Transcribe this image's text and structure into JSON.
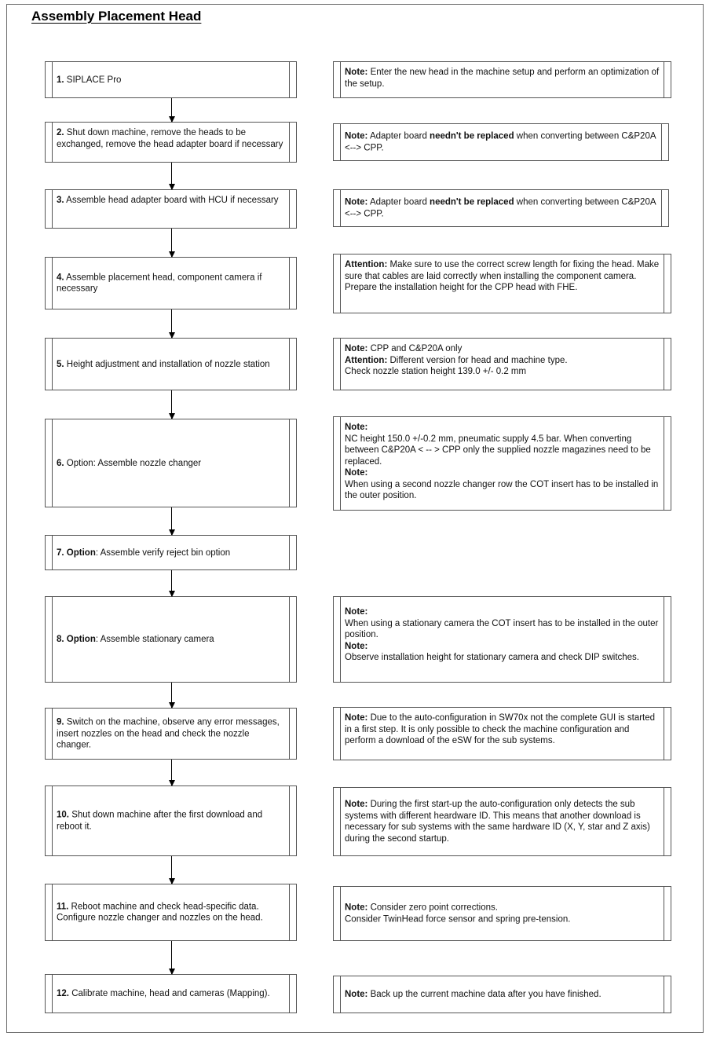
{
  "page": {
    "title": "Assembly Placement Head"
  },
  "steps": [
    {
      "id": "step-1",
      "number": "1.",
      "bold_lead": "",
      "text": " SIPLACE Pro"
    },
    {
      "id": "step-2",
      "number": "2.",
      "bold_lead": "",
      "text": " Shut down machine, remove the heads to be exchanged, remove the head adapter board if necessary"
    },
    {
      "id": "step-3",
      "number": "3.",
      "bold_lead": "",
      "text": " Assemble head adapter board with HCU if necessary"
    },
    {
      "id": "step-4",
      "number": "4.",
      "bold_lead": "",
      "text": " Assemble placement head, component camera if necessary"
    },
    {
      "id": "step-5",
      "number": "5.",
      "bold_lead": "",
      "text": " Height adjustment and installation of nozzle station"
    },
    {
      "id": "step-6",
      "number": "6.",
      "bold_lead": "",
      "text": " Option: Assemble nozzle changer"
    },
    {
      "id": "step-7",
      "number": "7.",
      "bold_lead": "Option",
      "text": ": Assemble verify reject bin option"
    },
    {
      "id": "step-8",
      "number": "8.",
      "bold_lead": "Option",
      "text": ": Assemble stationary camera"
    },
    {
      "id": "step-9",
      "number": "9.",
      "bold_lead": "",
      "text": " Switch on the machine, observe any error messages, insert nozzles on the head and check the nozzle changer."
    },
    {
      "id": "step-10",
      "number": "10.",
      "bold_lead": "",
      "text": " Shut down machine after the first download and reboot it."
    },
    {
      "id": "step-11",
      "number": "11.",
      "bold_lead": "",
      "text": " Reboot machine and check head-specific data. Configure nozzle changer and nozzles on the head."
    },
    {
      "id": "step-12",
      "number": "12.",
      "bold_lead": "",
      "text": " Calibrate machine, head and cameras (Mapping)."
    }
  ],
  "notes": [
    {
      "id": "note-1",
      "for_step": "1",
      "lines": [
        {
          "label": "Note:",
          "text": "  Enter the new head in the machine setup and perform an optimization of the setup."
        }
      ]
    },
    {
      "id": "note-2",
      "for_step": "2",
      "lines": [
        {
          "label": "Note:",
          "text": "  Adapter board ",
          "strong": "needn't be replaced",
          "tail": " when converting between C&P20A <--> CPP."
        }
      ]
    },
    {
      "id": "note-3",
      "for_step": "3",
      "lines": [
        {
          "label": "Note:",
          "text": "  Adapter board ",
          "strong": "needn't be replaced",
          "tail": " when converting between C&P20A <--> CPP."
        }
      ]
    },
    {
      "id": "note-4",
      "for_step": "4",
      "lines": [
        {
          "label": "Attention:",
          "text": " Make sure to use the correct screw length for fixing the head. Make sure that cables are laid correctly when installing the component camera."
        },
        {
          "label": "",
          "text": "Prepare the installation height for the CPP head with FHE."
        }
      ]
    },
    {
      "id": "note-5",
      "for_step": "5",
      "lines": [
        {
          "label": "Note:",
          "text": " CPP and C&P20A only"
        },
        {
          "label": "Attention:",
          "text": " Different version for head and machine type."
        },
        {
          "label": "",
          "text": "Check nozzle station height 139.0 +/- 0.2 mm"
        }
      ]
    },
    {
      "id": "note-6",
      "for_step": "6",
      "lines": [
        {
          "label": "Note:",
          "text": ""
        },
        {
          "label": "",
          "text": "NC height 150.0 +/-0.2 mm, pneumatic supply 4.5 bar. When converting between C&P20A < -- > CPP only the supplied nozzle magazines need to be replaced."
        },
        {
          "label": "Note:",
          "text": ""
        },
        {
          "label": "",
          "text": "When using a second nozzle changer row the COT insert has to be installed in the outer position."
        }
      ]
    },
    {
      "id": "note-8",
      "for_step": "8",
      "lines": [
        {
          "label": "Note:",
          "text": ""
        },
        {
          "label": "",
          "text": "When using a stationary camera the COT insert has to be installed in the outer position."
        },
        {
          "label": "Note:",
          "text": ""
        },
        {
          "label": "",
          "text": "Observe installation height for stationary camera and check DIP switches."
        }
      ]
    },
    {
      "id": "note-9",
      "for_step": "9",
      "lines": [
        {
          "label": "Note:",
          "text": "  Due to the auto-configuration in SW70x not the complete GUI is started in a first step. It is only possible to check the machine configuration and perform a download of  the eSW for the sub systems."
        }
      ]
    },
    {
      "id": "note-10",
      "for_step": "10",
      "lines": [
        {
          "label": "Note:",
          "text": "  During the first start-up the auto-configuration only detects the sub systems with different heardware ID. This means that another download is necessary for sub systems with the same hardware ID (X, Y, star and Z axis) during the second startup."
        }
      ]
    },
    {
      "id": "note-11",
      "for_step": "11",
      "lines": [
        {
          "label": "Note:",
          "text": "  Consider zero point corrections."
        },
        {
          "label": "",
          "text": "Consider TwinHead force sensor and spring pre-tension."
        }
      ]
    },
    {
      "id": "note-12",
      "for_step": "12",
      "lines": [
        {
          "label": "Note:",
          "text": "  Back up the current machine data after you have finished."
        }
      ]
    }
  ],
  "colors": {
    "border": "#555555",
    "page_border": "#6d6d6d",
    "text": "#111111",
    "background": "#ffffff"
  }
}
